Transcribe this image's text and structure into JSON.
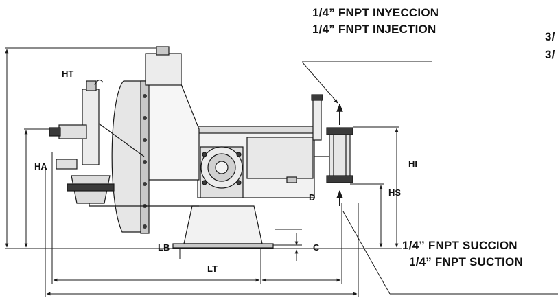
{
  "callouts": {
    "injection_es": "1/4” FNPT INYECCION",
    "injection_en": "1/4” FNPT INJECTION",
    "suction_es": "1/4” FNPT SUCCION",
    "suction_en": "1/4” FNPT SUCTION",
    "cut_off_top": "3/",
    "cut_off_bottom": "3/"
  },
  "dimensions": {
    "ht": "HT",
    "ha": "HA",
    "hi": "HI",
    "hs": "HS",
    "d": "D",
    "c": "C",
    "lb": "LB",
    "lt": "LT"
  },
  "colors": {
    "line": "#1a1a1a",
    "body_fill": "#f2f2f2",
    "shade_fill": "#c8c8c8",
    "dark_fill": "#3a3a3a"
  }
}
